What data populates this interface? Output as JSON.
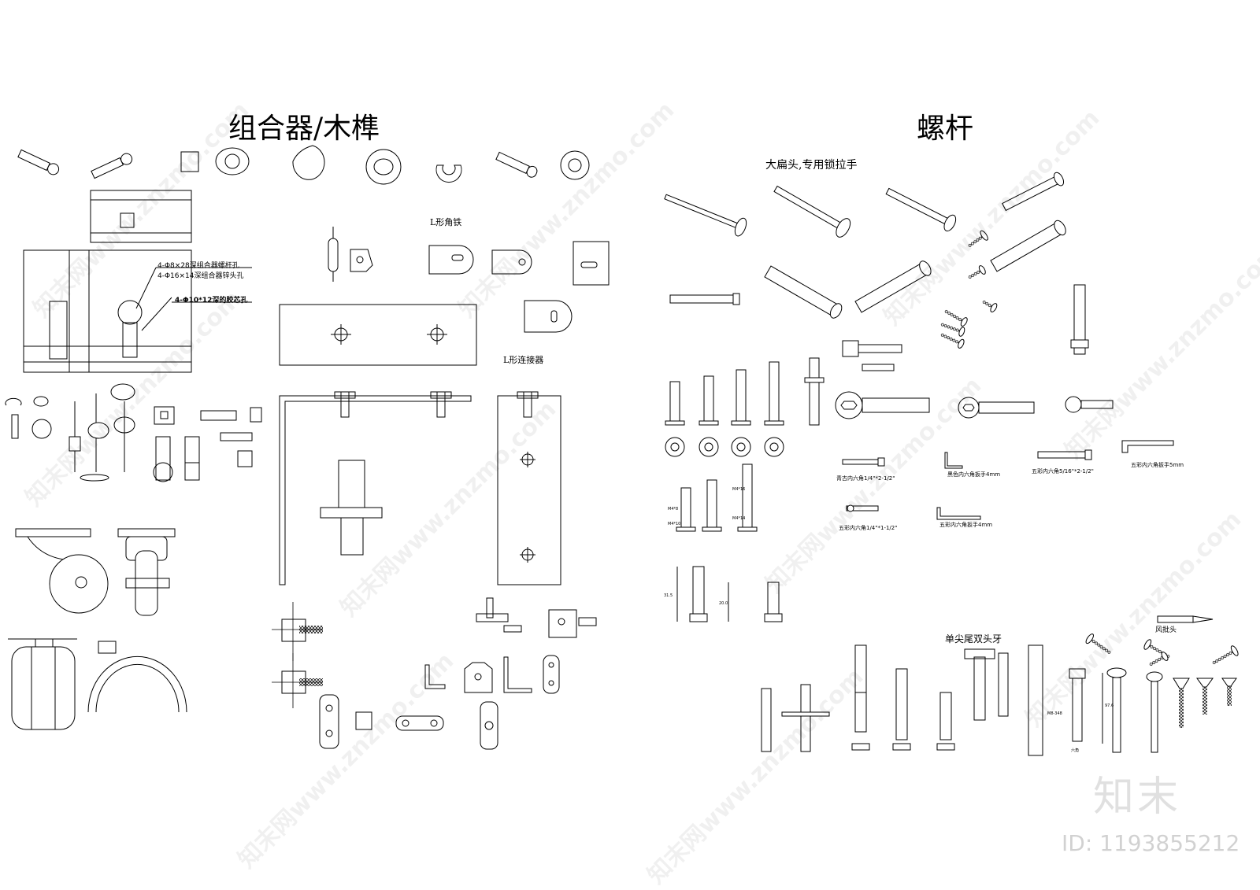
{
  "titles": {
    "left": "组合器/木榫",
    "right": "螺杆"
  },
  "labels": {
    "l_angle_iron": "L形角铁",
    "l_connector": "L形连接器",
    "hole1": "4-Φ8×28深组合器螺杆孔",
    "hole2": "4-Φ16×14深组合器锌头孔",
    "hole3": "4-Φ10*12深的胶芯孔",
    "big_flat_head": "大扁头,专用锁拉手",
    "double_thread": "单尖尾双头牙",
    "batch_head": "风批头",
    "hex_a": "青古内六角1/4\"*2-1/2\"",
    "hex_b": "五彩内六角1/4\"*1-1/2\"",
    "hex_c": "五彩内六角5/16\"*2-1/2\"",
    "wrench_a": "黑色内六角扳手4mm",
    "wrench_b": "五彩内六角扳手4mm",
    "wrench_c": "五彩内六角扳手5mm",
    "m1": "M4*8",
    "m2": "M4*10",
    "m3": "M4*16",
    "m4": "M4*14",
    "d1": "31.5",
    "d2": "20.0",
    "d3": "M8-348",
    "d4": "97.6",
    "d5": "六角"
  },
  "watermark": {
    "text": "知末网www.znzmo.com",
    "brand": "知末",
    "id": "ID: 1193855212"
  },
  "colors": {
    "line": "#000000",
    "background": "#ffffff",
    "watermark": "#e6e6e6"
  }
}
